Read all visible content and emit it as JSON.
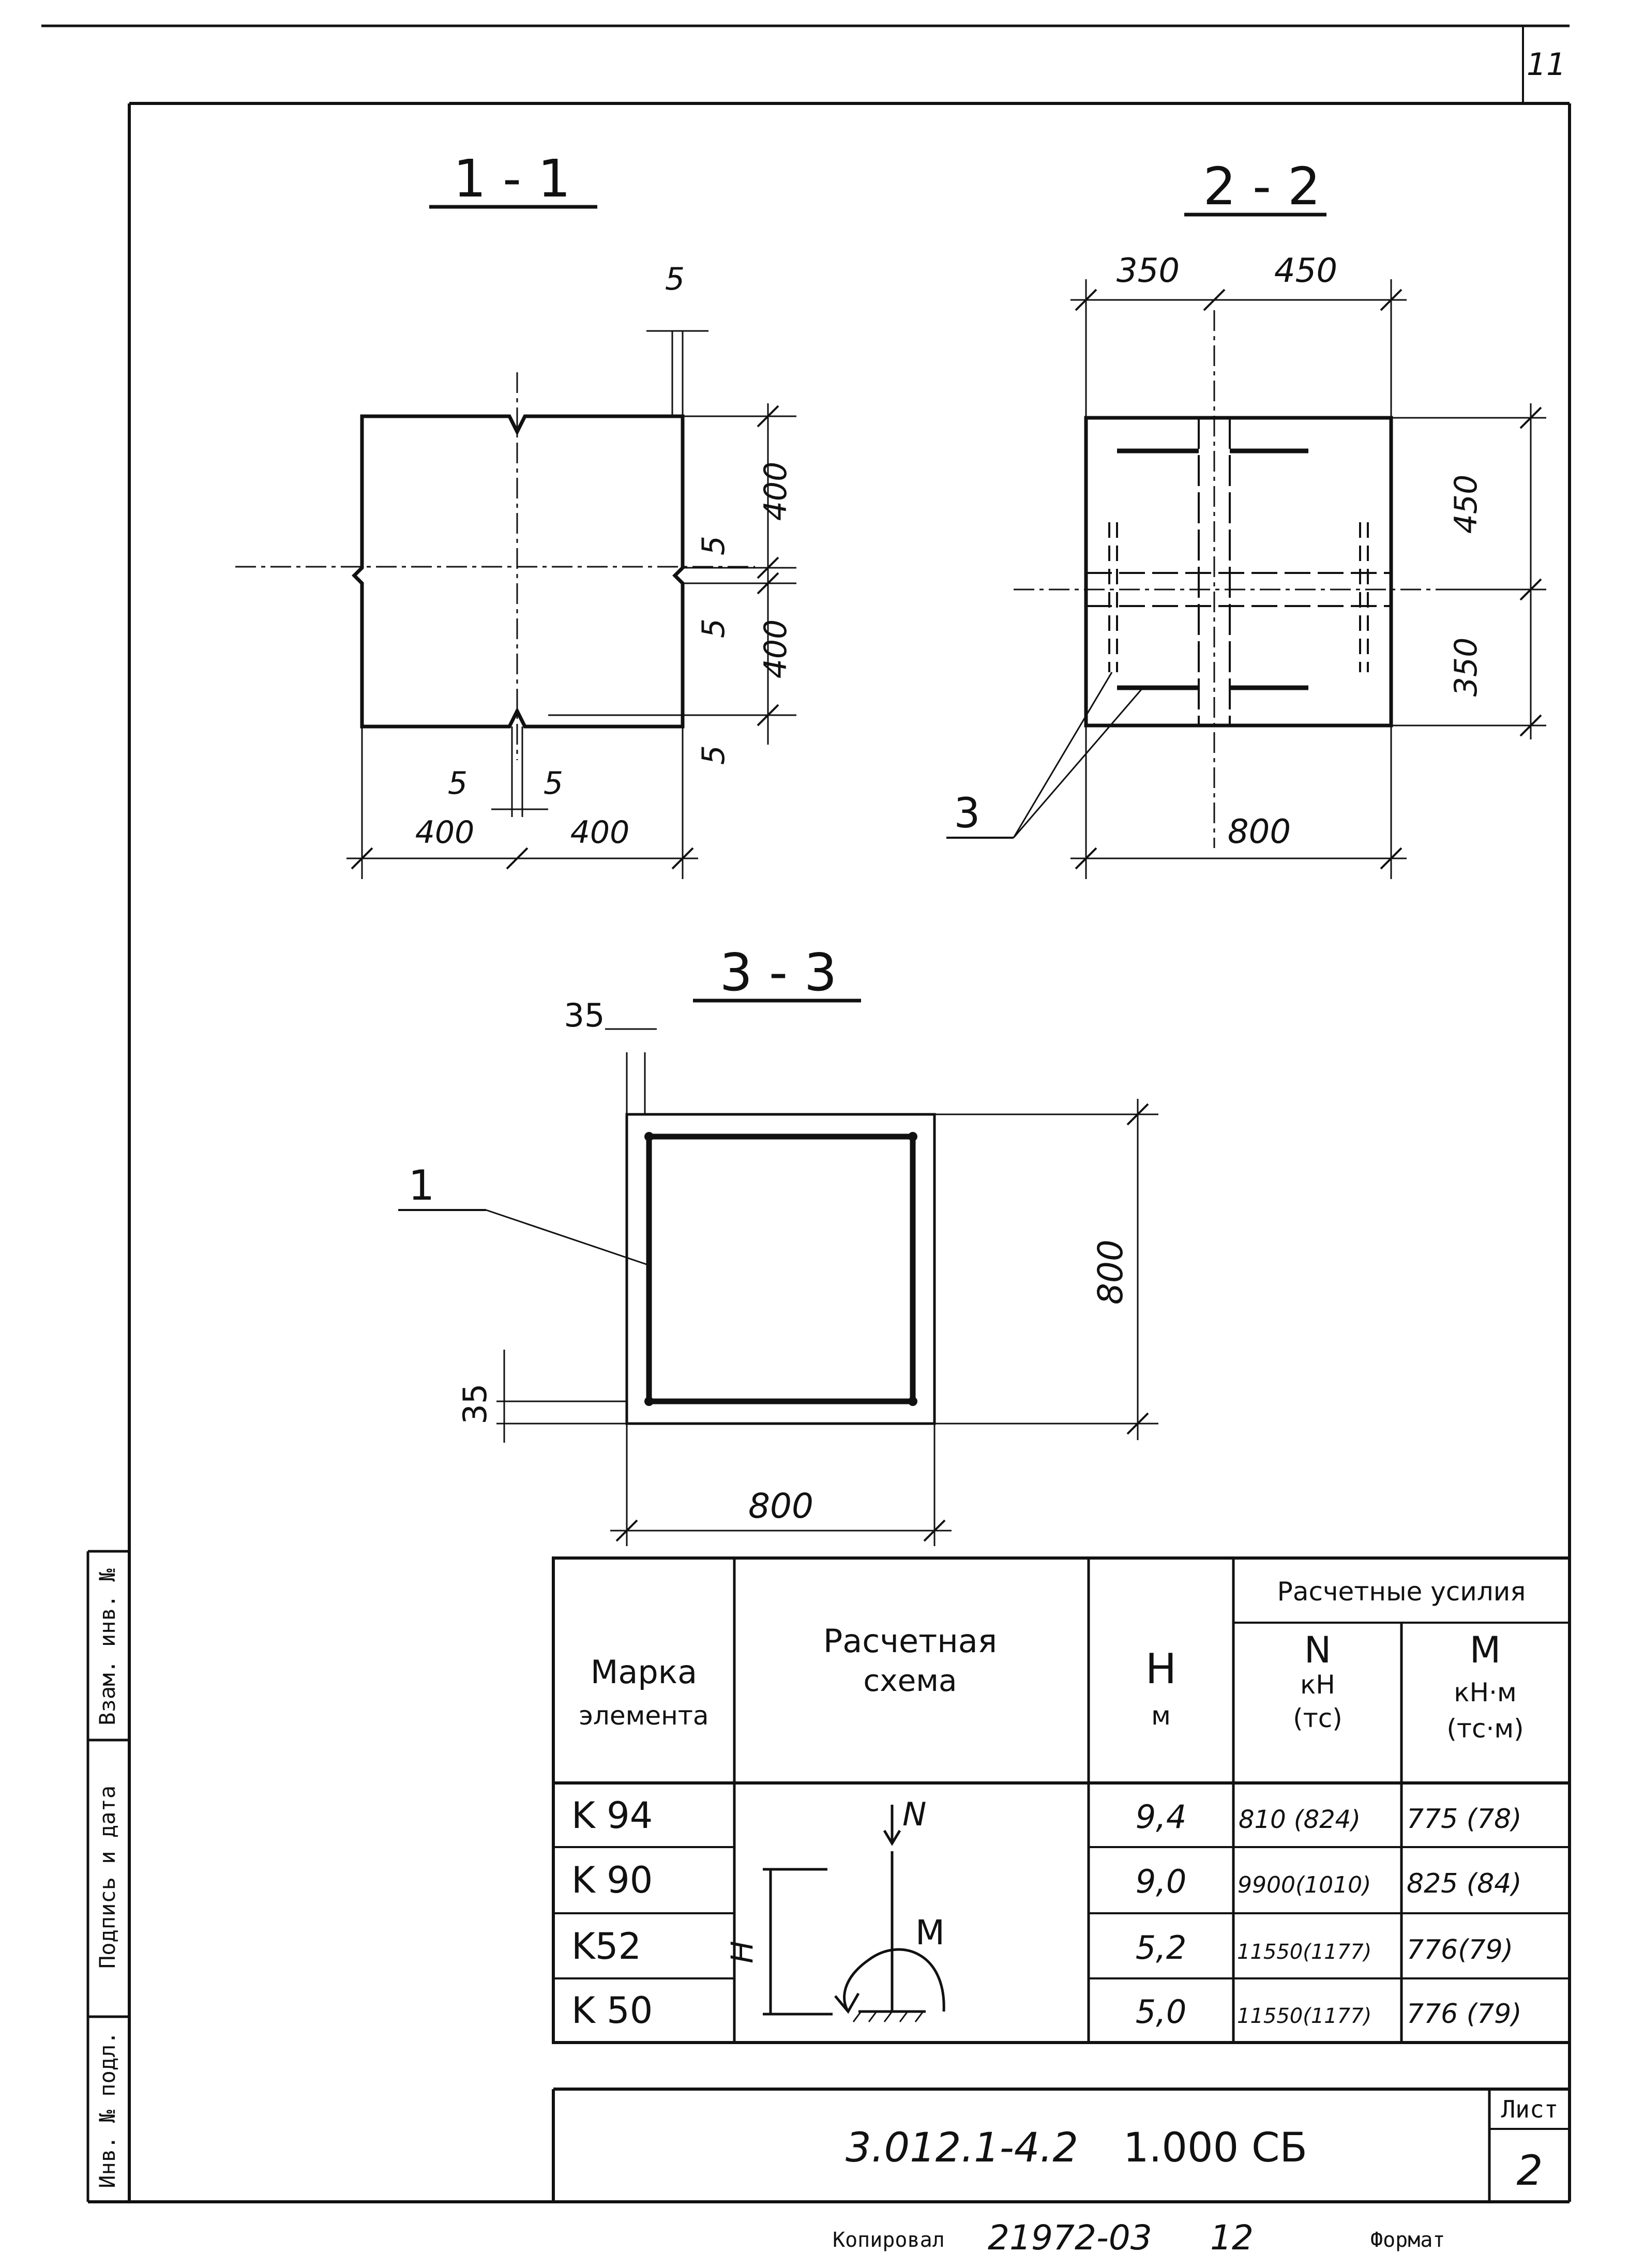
{
  "sheet_number_top": "11",
  "sections": {
    "s1": {
      "title": "1 - 1",
      "dims": {
        "top_gap": "5",
        "h_upper": "400",
        "h_lower": "400",
        "gap_mid_1": "5",
        "gap_mid_2": "5",
        "gap_bottom": "5",
        "w_gap_left": "5",
        "w_gap_right": "5",
        "w_left": "400",
        "w_right": "400"
      }
    },
    "s2": {
      "title": "2 - 2",
      "dims": {
        "top_left": "350",
        "top_right": "450",
        "right_upper": "450",
        "right_lower": "350",
        "bottom": "800"
      },
      "callout": "3"
    },
    "s3": {
      "title": "3 - 3",
      "dims": {
        "cover_top": "35",
        "cover_left": "35",
        "height": "800",
        "width": "800"
      },
      "callout": "1"
    }
  },
  "table": {
    "headers": {
      "mark_line1": "Марка",
      "mark_line2": "элемента",
      "scheme_line1": "Расчетная",
      "scheme_line2": "схема",
      "h_symbol": "H",
      "h_unit": "м",
      "forces_group": "Расчетные усилия",
      "n_symbol": "N",
      "n_unit": "кН",
      "n_unit_alt": "(тс)",
      "m_symbol": "M",
      "m_unit": "кН·м",
      "m_unit_alt": "(тс·м)"
    },
    "scheme_labels": {
      "n": "N",
      "m": "M",
      "h": "H"
    },
    "rows": [
      {
        "mark": "K 94",
        "h": "9,4",
        "n": "810 (824)",
        "m": "775 (78)"
      },
      {
        "mark": "K 90",
        "h": "9,0",
        "n": "9900(1010)",
        "m": "825 (84)"
      },
      {
        "mark": "K52",
        "h": "5,2",
        "n": "11550(1177)",
        "m": "776(79)"
      },
      {
        "mark": "K 50",
        "h": "5,0",
        "n": "11550(1177)",
        "m": "776 (79)"
      }
    ]
  },
  "side_stamp": {
    "inv_vzam": "Взам. инв. №",
    "sign_date": "Подпись и дата",
    "inv_podl": "Инв. № подл."
  },
  "title_block": {
    "doc_code": "3.012.1-4.2",
    "doc_suffix": "1.000 СБ",
    "sheet_label": "Лист",
    "sheet_value": "2"
  },
  "footer": {
    "copied_label": "Копировал",
    "copied_value": "21972-03",
    "copied_num": "12",
    "format_label": "Формат"
  }
}
